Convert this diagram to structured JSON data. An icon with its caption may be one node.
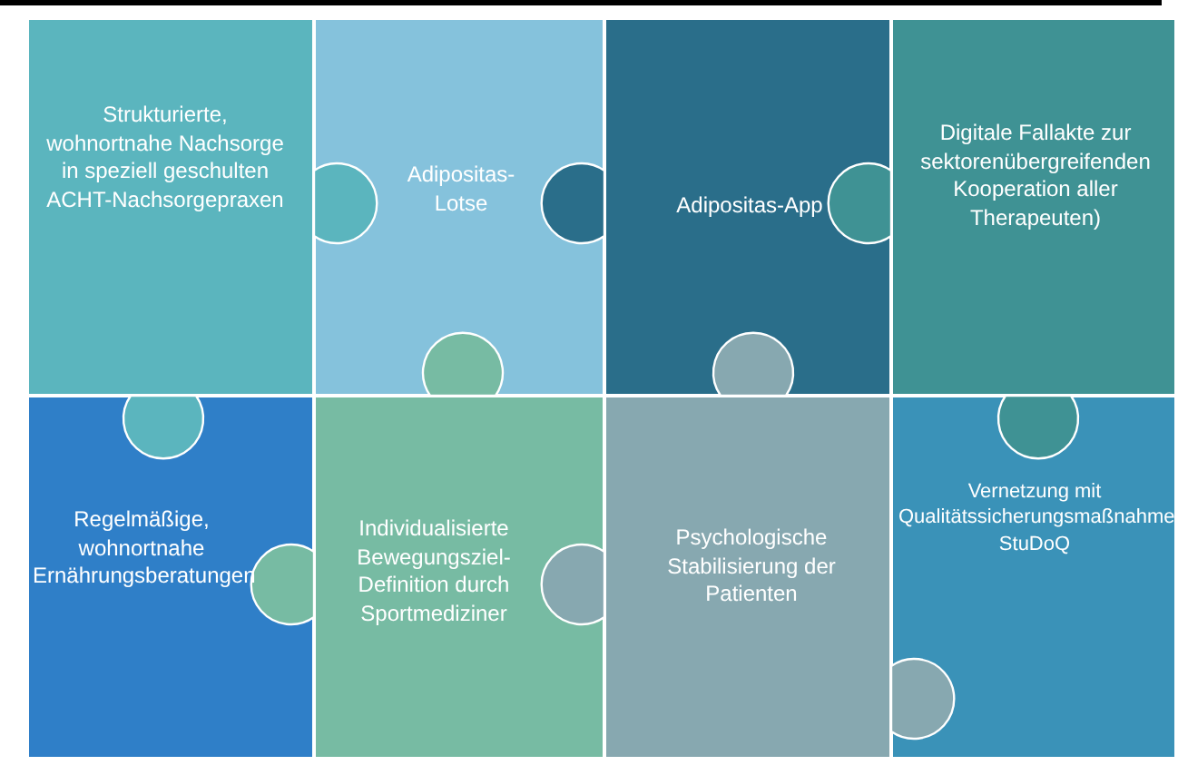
{
  "diagram": {
    "nodes": [
      {
        "text": [
          "Strukturierte, wohnortnahe Nachsorge in speziell geschulten ACHT-Nachsorgepraxen"
        ]
      },
      {
        "text": [
          "Adipositas-Lotse"
        ]
      },
      {
        "text": [
          "Adipositas-App"
        ]
      },
      {
        "text": [
          "Digitale Fallakte zur sektorenübergreifenden Kooperation aller Therapeuten)"
        ]
      },
      {
        "text": [
          "Regelmäßige, wohnortnahe Ernährungsberatungen"
        ]
      },
      {
        "text": [
          "Individualisierte Bewegungsziel-Definition durch Sportmediziner"
        ]
      },
      {
        "text": [
          "Psychologische Stabilisierung der Patienten"
        ]
      },
      {
        "text": [
          "Vernetzung mit Qualitätssicherungsmaßnahme StuDoQ"
        ]
      }
    ]
  }
}
